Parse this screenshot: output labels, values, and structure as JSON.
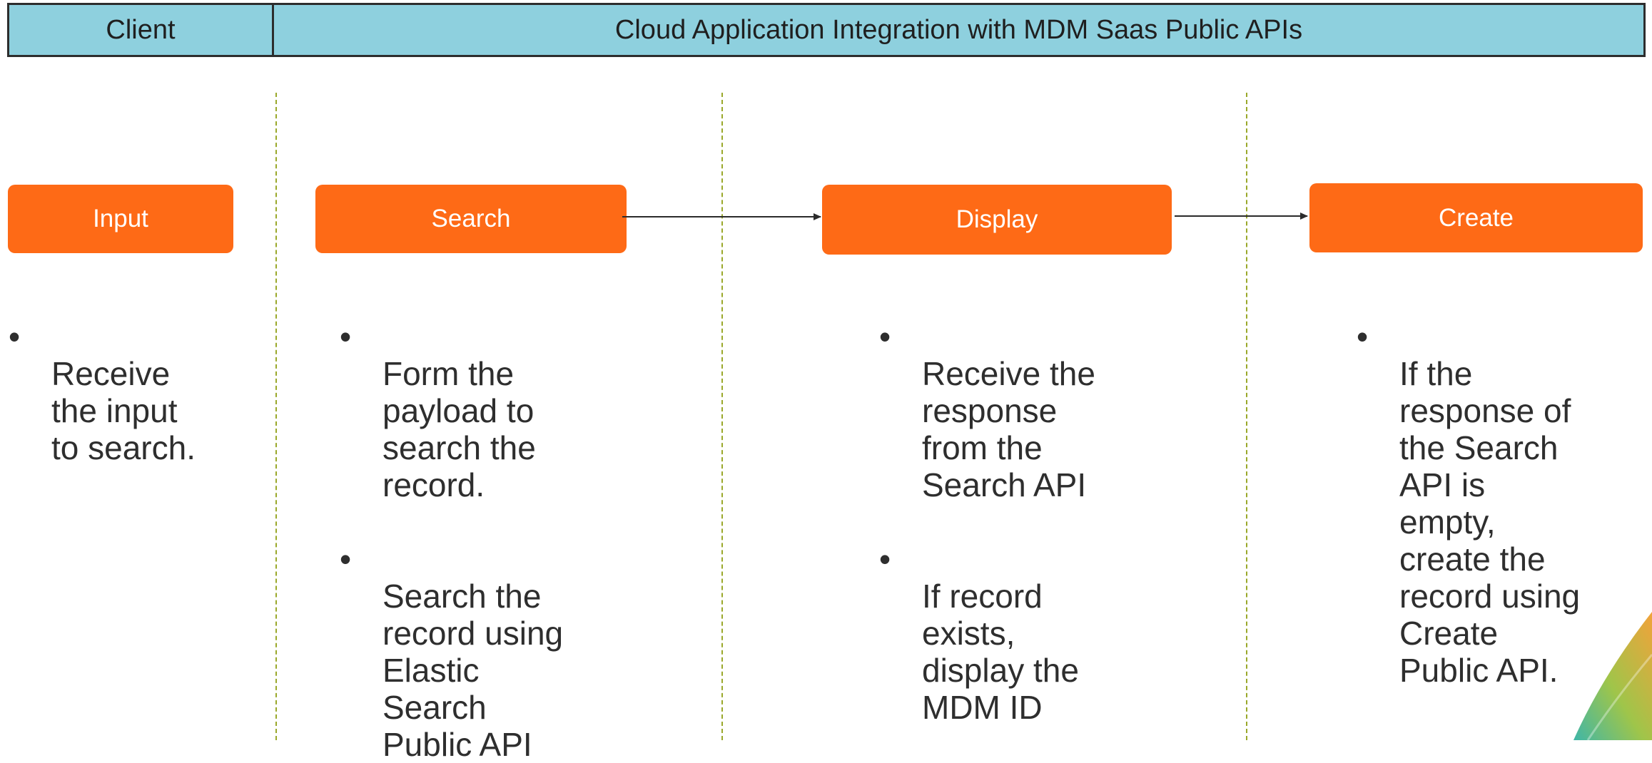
{
  "header": {
    "client_label": "Client",
    "main_label": "Cloud Application Integration with MDM Saas Public APIs"
  },
  "steps": {
    "input": "Input",
    "search": "Search",
    "display": "Display",
    "create": "Create"
  },
  "columns": {
    "input": [
      "Receive",
      "the input",
      "to search."
    ],
    "search_1": [
      "Form the",
      "payload to",
      "search the",
      "record."
    ],
    "search_2": [
      "Search the",
      "record using",
      "Elastic",
      "Search",
      "Public API"
    ],
    "display_1": [
      "Receive the",
      "response",
      "from the",
      "Search API"
    ],
    "display_2": [
      "If record",
      "exists,",
      "display the",
      "MDM ID"
    ],
    "create": [
      "If the",
      "response of",
      "the Search",
      "API is",
      "empty,",
      "create the",
      "record using",
      "Create",
      "Public API."
    ]
  },
  "colors": {
    "header_bg": "#8ed0de",
    "box_bg": "#fe6a16",
    "divider": "#9aa82a"
  }
}
